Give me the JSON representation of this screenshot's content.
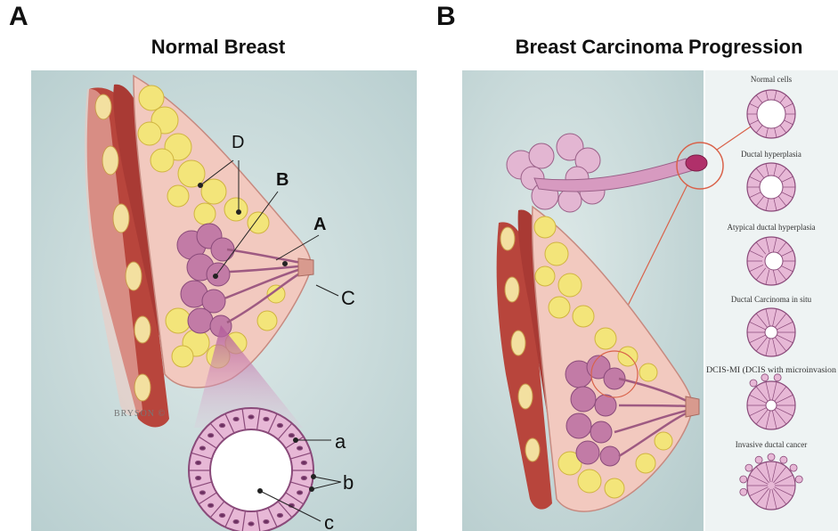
{
  "panel_a": {
    "letter": "A",
    "title": "Normal Breast",
    "labels": {
      "D": "D",
      "B": "B",
      "A": "A",
      "C": "C"
    },
    "inset_labels": {
      "a": "a",
      "b": "b",
      "c": "c"
    },
    "credit": "BRYSON ©"
  },
  "panel_b": {
    "letter": "B",
    "title": "Breast Carcinoma Progression",
    "stages": [
      "Normal cells",
      "Ductal hyperplasia",
      "Atypical ductal hyperplasia",
      "Ductal Carcinoma in situ",
      "DCIS-MI (DCIS with microinvasion",
      "Invasive ductal cancer"
    ]
  },
  "colors": {
    "background_tint": "#c9dcdc",
    "muscle": "#b8453c",
    "fat": "#f3e57a",
    "lobule": "#c27ba6",
    "skin": "#f2c9bf",
    "cell": "#e7b8d6",
    "cell_border": "#8a4a7a",
    "callout": "#d9624a"
  }
}
